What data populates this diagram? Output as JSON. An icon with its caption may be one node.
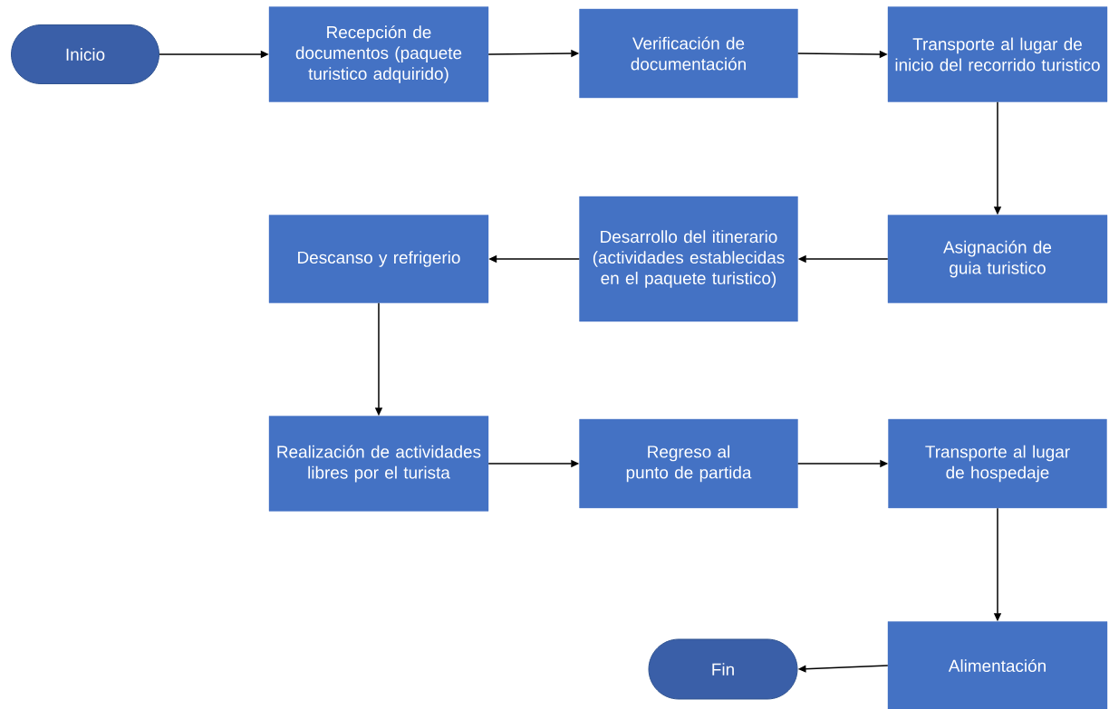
{
  "diagram": {
    "nodes": [
      {
        "text": [
          "Inicio"
        ]
      },
      {
        "text": [
          "Recepción de documentos (paquete turistico adquirido)"
        ]
      },
      {
        "text": [
          "Verificación de documentación"
        ]
      },
      {
        "text": [
          "Transporte al lugar de inicio del recorrido turistico"
        ]
      },
      {
        "text": [
          "Asignación de guia turistico"
        ]
      },
      {
        "text": [
          "Desarrollo del itinerario (actividades establecidas en el paquete turistico)"
        ]
      },
      {
        "text": [
          "Descanso y refrigerio"
        ]
      },
      {
        "text": [
          "Realización de actividades libres por el turista"
        ]
      },
      {
        "text": [
          "Regreso al punto de partida"
        ]
      },
      {
        "text": [
          "Transporte al lugar de hospedaje"
        ]
      },
      {
        "text": [
          "Alimentación"
        ]
      },
      {
        "text": [
          "Fin"
        ]
      }
    ],
    "edges": [
      {
        "from": 0,
        "to": 1,
        "arrow": "to"
      },
      {
        "from": 1,
        "to": 2,
        "arrow": "to"
      },
      {
        "from": 2,
        "to": 3,
        "arrow": "to"
      },
      {
        "from": 3,
        "to": 4,
        "arrow": "to"
      },
      {
        "from": 4,
        "to": 5,
        "arrow": "to"
      },
      {
        "from": 5,
        "to": 6,
        "arrow": "to"
      },
      {
        "from": 6,
        "to": 7,
        "arrow": "to"
      },
      {
        "from": 7,
        "to": 8,
        "arrow": "to"
      },
      {
        "from": 8,
        "to": 9,
        "arrow": "to"
      },
      {
        "from": 9,
        "to": 10,
        "arrow": "to"
      },
      {
        "from": 10,
        "to": 11,
        "arrow": "to"
      }
    ]
  }
}
